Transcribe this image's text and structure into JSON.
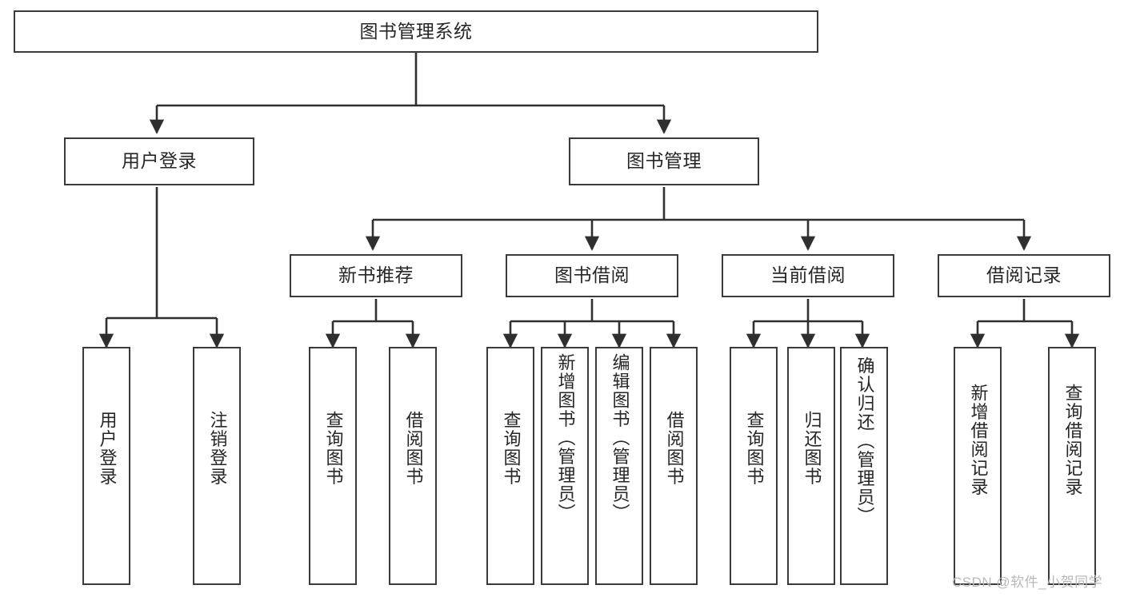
{
  "diagram": {
    "type": "tree",
    "title": "图书管理系统",
    "root": {
      "label": "图书管理系统"
    },
    "level1": [
      {
        "label": "用户登录"
      },
      {
        "label": "图书管理"
      }
    ],
    "level2": [
      {
        "label": "新书推荐",
        "parent": "图书管理"
      },
      {
        "label": "图书借阅",
        "parent": "图书管理"
      },
      {
        "label": "当前借阅",
        "parent": "图书管理"
      },
      {
        "label": "借阅记录",
        "parent": "图书管理"
      }
    ],
    "leaves": {
      "user_login": [
        {
          "label": "用户登录"
        },
        {
          "label": "注销登录"
        }
      ],
      "new_book_recommend": [
        {
          "label": "查询图书"
        },
        {
          "label": "借阅图书"
        }
      ],
      "book_borrow": [
        {
          "label": "查询图书"
        },
        {
          "label": "新增图书（管理员）"
        },
        {
          "label": "编辑图书（管理员）"
        },
        {
          "label": "借阅图书"
        }
      ],
      "current_borrow": [
        {
          "label": "查询图书"
        },
        {
          "label": "归还图书"
        },
        {
          "label": "确认归还（管理员）"
        }
      ],
      "borrow_record": [
        {
          "label": "新增借阅记录"
        },
        {
          "label": "查询借阅记录"
        }
      ]
    }
  },
  "watermark": {
    "text": "CSDN @软件_小贺同学"
  },
  "colors": {
    "stroke": "#3a3a3a",
    "background": "#ffffff",
    "text": "#262626",
    "watermark": "#b9b9b9"
  }
}
